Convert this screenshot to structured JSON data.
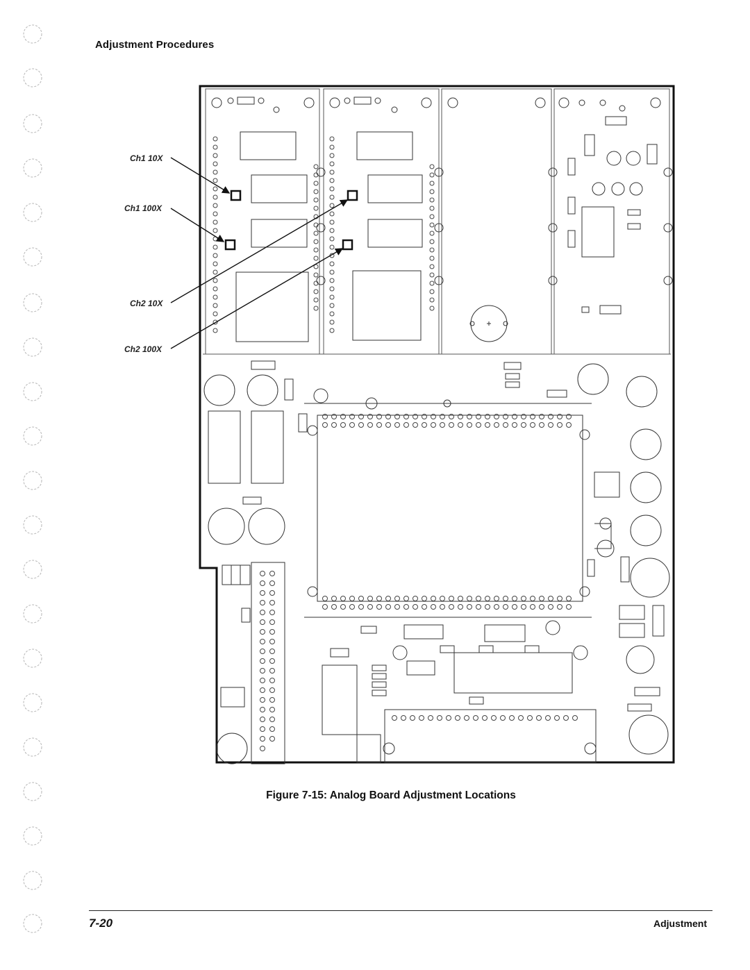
{
  "header": {
    "section_title": "Adjustment Procedures"
  },
  "figure": {
    "callouts": [
      {
        "id": "ch1-10x",
        "label": "Ch1 10X"
      },
      {
        "id": "ch1-100x",
        "label": "Ch1 100X"
      },
      {
        "id": "ch2-10x",
        "label": "Ch2 10X"
      },
      {
        "id": "ch2-100x",
        "label": "Ch2 100X"
      }
    ],
    "caption": "Figure 7-15:  Analog Board Adjustment Locations"
  },
  "footer": {
    "page_number": "7-20",
    "section": "Adjustment"
  }
}
